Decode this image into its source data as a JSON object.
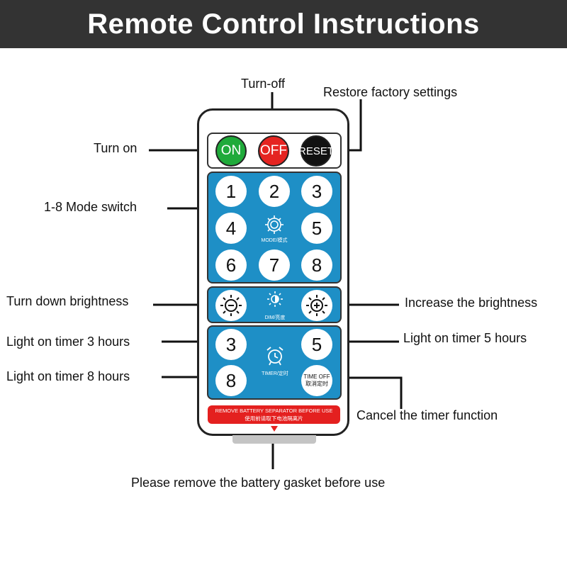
{
  "title": "Remote Control Instructions",
  "labels": {
    "turn_off": "Turn-off",
    "restore": "Restore factory settings",
    "turn_on": "Turn on",
    "mode_switch": "1-8 Mode switch",
    "turn_down": "Turn down brightness",
    "increase": "Increase the brightness",
    "timer3": "Light on timer 3 hours",
    "timer5": "Light on timer 5 hours",
    "timer8": "Light on timer 8 hours",
    "cancel": "Cancel the timer function",
    "battery_note": "Please remove the battery gasket before use"
  },
  "remote": {
    "on": "ON",
    "off": "OFF",
    "reset": "RESET",
    "modes": [
      "1",
      "2",
      "3",
      "4",
      "5",
      "6",
      "7",
      "8"
    ],
    "mode_caption": "MODE/模式",
    "dim_caption": "DIM/亮度",
    "timer_3": "3",
    "timer_5": "5",
    "timer_8": "8",
    "timer_caption": "TIMER/定时",
    "time_off_line1": "TIME OFF",
    "time_off_line2": "取消定时",
    "battery_line1": "REMOVE BATTERY SEPARATOR BEFORE USE",
    "battery_line2": "使用前请取下电池隔离片"
  },
  "colors": {
    "on": "#1faa3a",
    "off": "#e52421",
    "reset": "#111111",
    "panel": "#1e8fc6"
  }
}
